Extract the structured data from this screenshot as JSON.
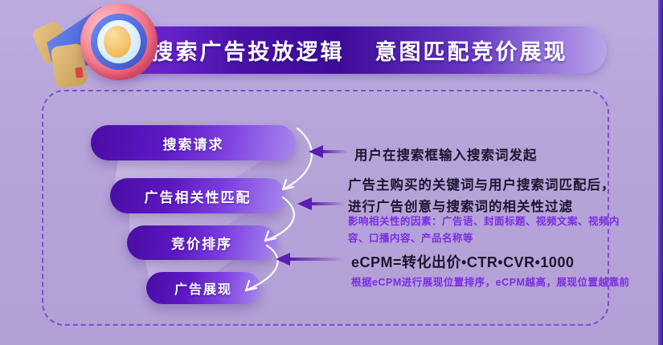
{
  "header": {
    "title_part1": "搜索广告投放逻辑",
    "title_part2": "意图匹配竞价展现",
    "icon": "megaphone-icon"
  },
  "funnel": {
    "steps": [
      {
        "label": "搜索请求"
      },
      {
        "label": "广告相关性匹配"
      },
      {
        "label": "竞价排序"
      },
      {
        "label": "广告展现"
      }
    ]
  },
  "annotations": [
    {
      "text": "用户在搜索框输入搜索词发起"
    },
    {
      "line1": "广告主购买的关键词与用户搜索词匹配后，",
      "line2": "进行广告创意与搜索词的相关性过滤",
      "note_line1": "影响相关性的因素：广告语、封面标题、视频文案、视频内",
      "note_line2": "容、口播内容、产品名称等"
    },
    {
      "formula": "eCPM=转化出价•CTR•CVR•1000",
      "note": "根据eCPM进行展现位置排序，eCPM越高，展现位置越靠前"
    }
  ],
  "colors": {
    "background": "#b7a6db",
    "banner_bright": "#7a2ee2",
    "banner_dark": "#3d0c9a",
    "pill_dark": "#4a0ca4",
    "pill_light": "#a888ee",
    "dashed_border": "#7a4fd0",
    "arrow_purple": "#5a1cb2",
    "curved_arrow_white": "#ffffff",
    "note_text": "#7c2de2",
    "dark_text": "#1e1430",
    "edge_strip": "#3d1f92"
  }
}
